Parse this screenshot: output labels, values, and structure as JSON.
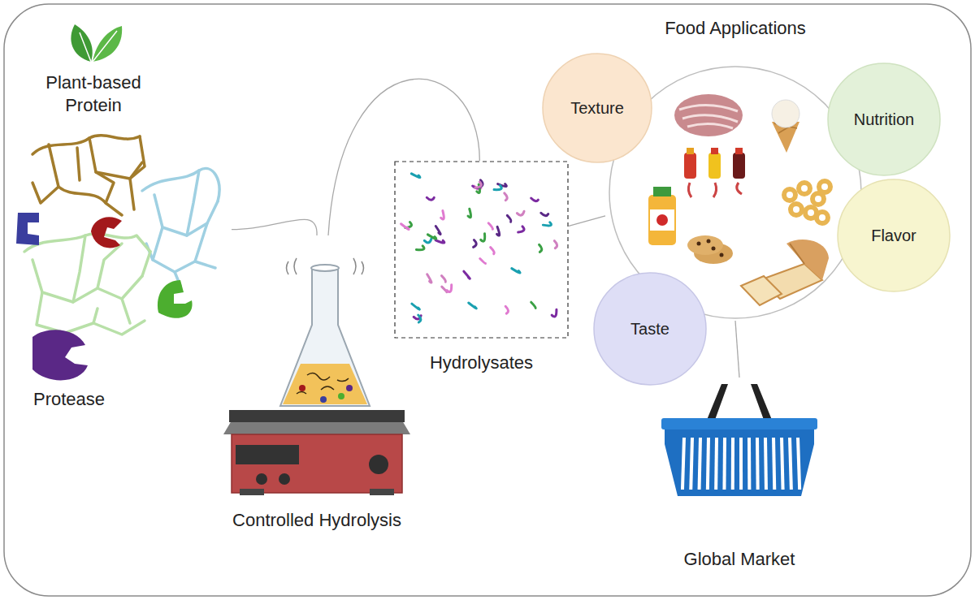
{
  "diagram": {
    "nodes": [
      {
        "text": [
          "Plant-based Protein"
        ]
      },
      {
        "text": [
          "Controlled Hydrolysis"
        ]
      },
      {
        "text": [
          "Hydrolysates"
        ]
      },
      {
        "text": [
          "Food Applications"
        ]
      },
      {
        "text": [
          "Texture"
        ]
      },
      {
        "text": [
          "Nutrition"
        ]
      },
      {
        "text": [
          "Flavor"
        ]
      },
      {
        "text": [
          "Taste"
        ]
      },
      {
        "text": [
          "Global Market"
        ]
      }
    ],
    "edges": [
      {
        "from": 0,
        "to": 1,
        "arrow": "none"
      },
      {
        "from": 1,
        "to": 2,
        "arrow": "none"
      },
      {
        "from": 2,
        "to": 3,
        "arrow": "none"
      },
      {
        "from": 3,
        "to": 8,
        "arrow": "none"
      }
    ],
    "labels": [
      "Protease"
    ]
  }
}
